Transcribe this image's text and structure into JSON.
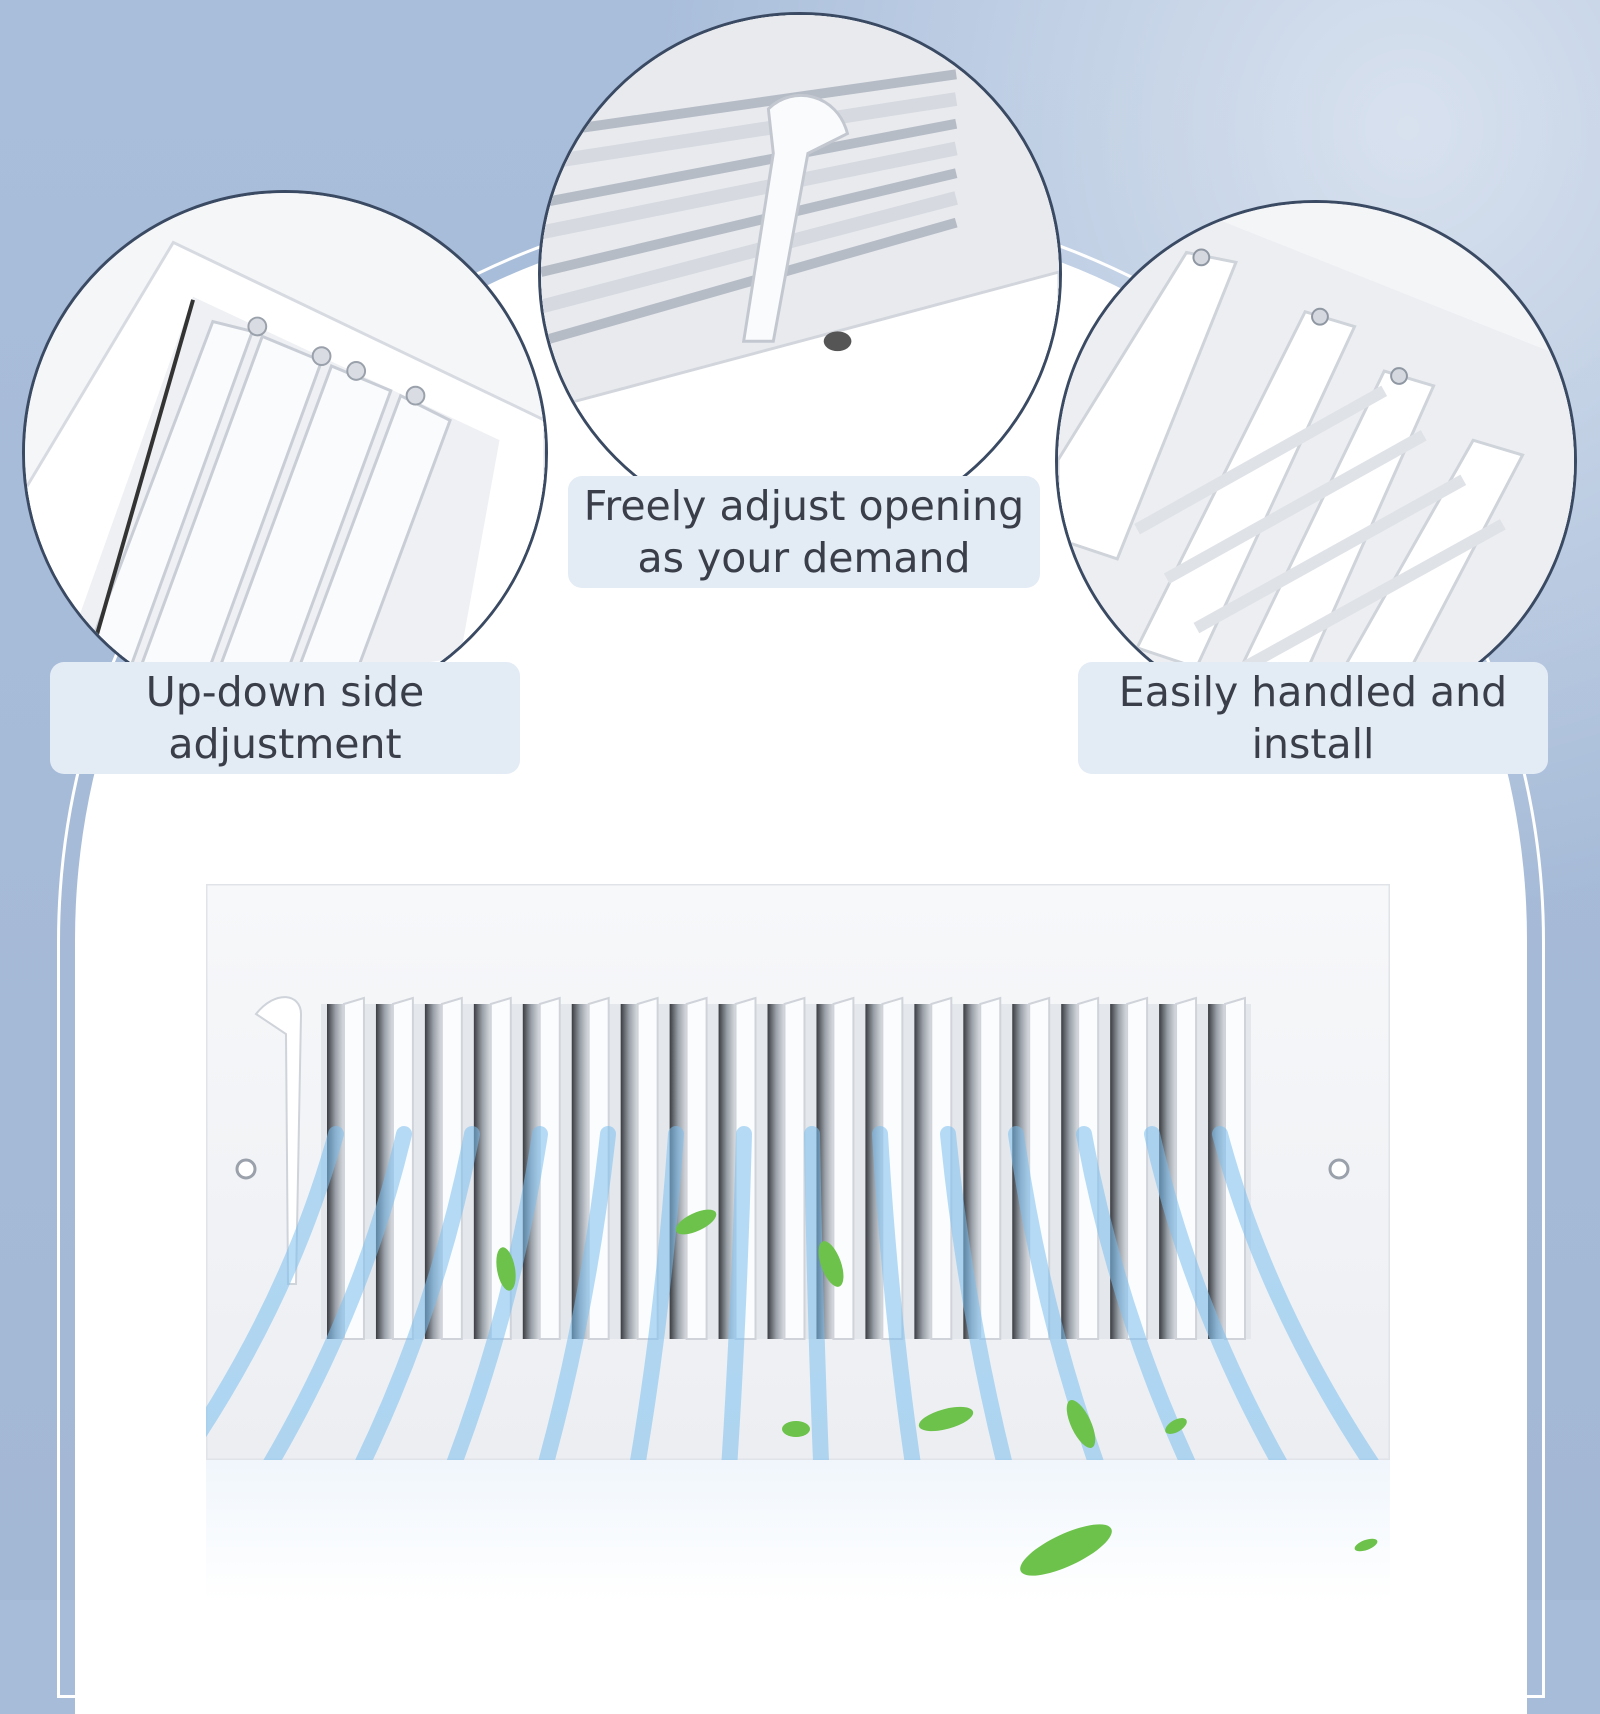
{
  "colors": {
    "background": "#a7bcd8",
    "arch": "#ffffff",
    "label_bg": "#e3ebf5",
    "label_text": "#3a3e48",
    "circle_border": "#3b4a63",
    "airflow": "#7cc0f0",
    "leaf": "#6cc24a"
  },
  "callouts": {
    "left": {
      "text": "Up-down side adjustment"
    },
    "center": {
      "text": "Freely adjust opening as your demand"
    },
    "right": {
      "text": "Easily handled and install"
    }
  },
  "product": {
    "type": "white floor register vent grille with adjustable louvers"
  }
}
